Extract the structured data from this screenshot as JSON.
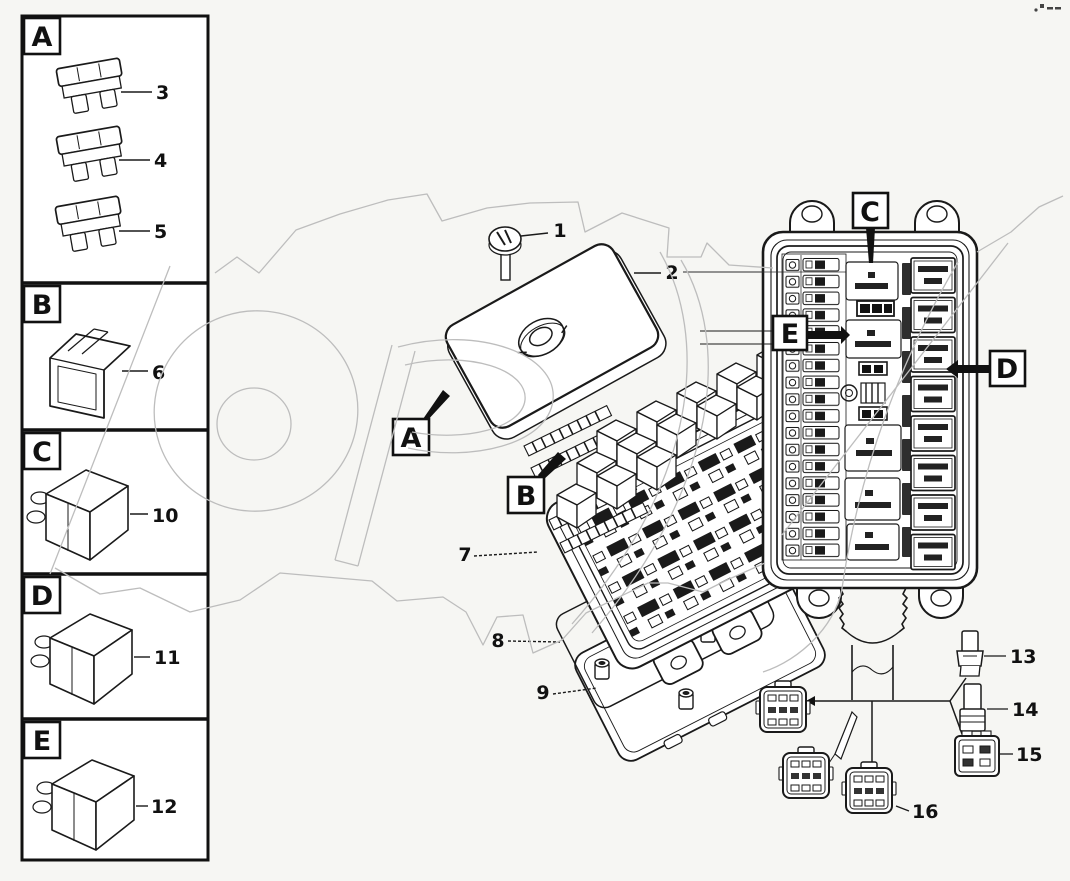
{
  "colors": {
    "line": "#1a1a1a",
    "watermark": "#bdbdbd",
    "background": "#f6f6f3"
  },
  "left_panel": {
    "sections": [
      {
        "label": "A",
        "parts": [
          {
            "number": "3"
          },
          {
            "number": "4"
          },
          {
            "number": "5"
          }
        ]
      },
      {
        "label": "B",
        "parts": [
          {
            "number": "6"
          }
        ]
      },
      {
        "label": "C",
        "parts": [
          {
            "number": "10"
          }
        ]
      },
      {
        "label": "D",
        "parts": [
          {
            "number": "11"
          }
        ]
      },
      {
        "label": "E",
        "parts": [
          {
            "number": "12"
          }
        ]
      }
    ]
  },
  "exploded_view": {
    "callout_a": "A",
    "callout_b": "B",
    "part_1": "1",
    "part_2": "2",
    "part_7": "7",
    "part_8": "8",
    "part_9": "9"
  },
  "top_view": {
    "callout_c": "C",
    "callout_d": "D",
    "callout_e": "E",
    "part_13": "13",
    "part_14": "14",
    "part_15": "15",
    "part_16": "16"
  }
}
